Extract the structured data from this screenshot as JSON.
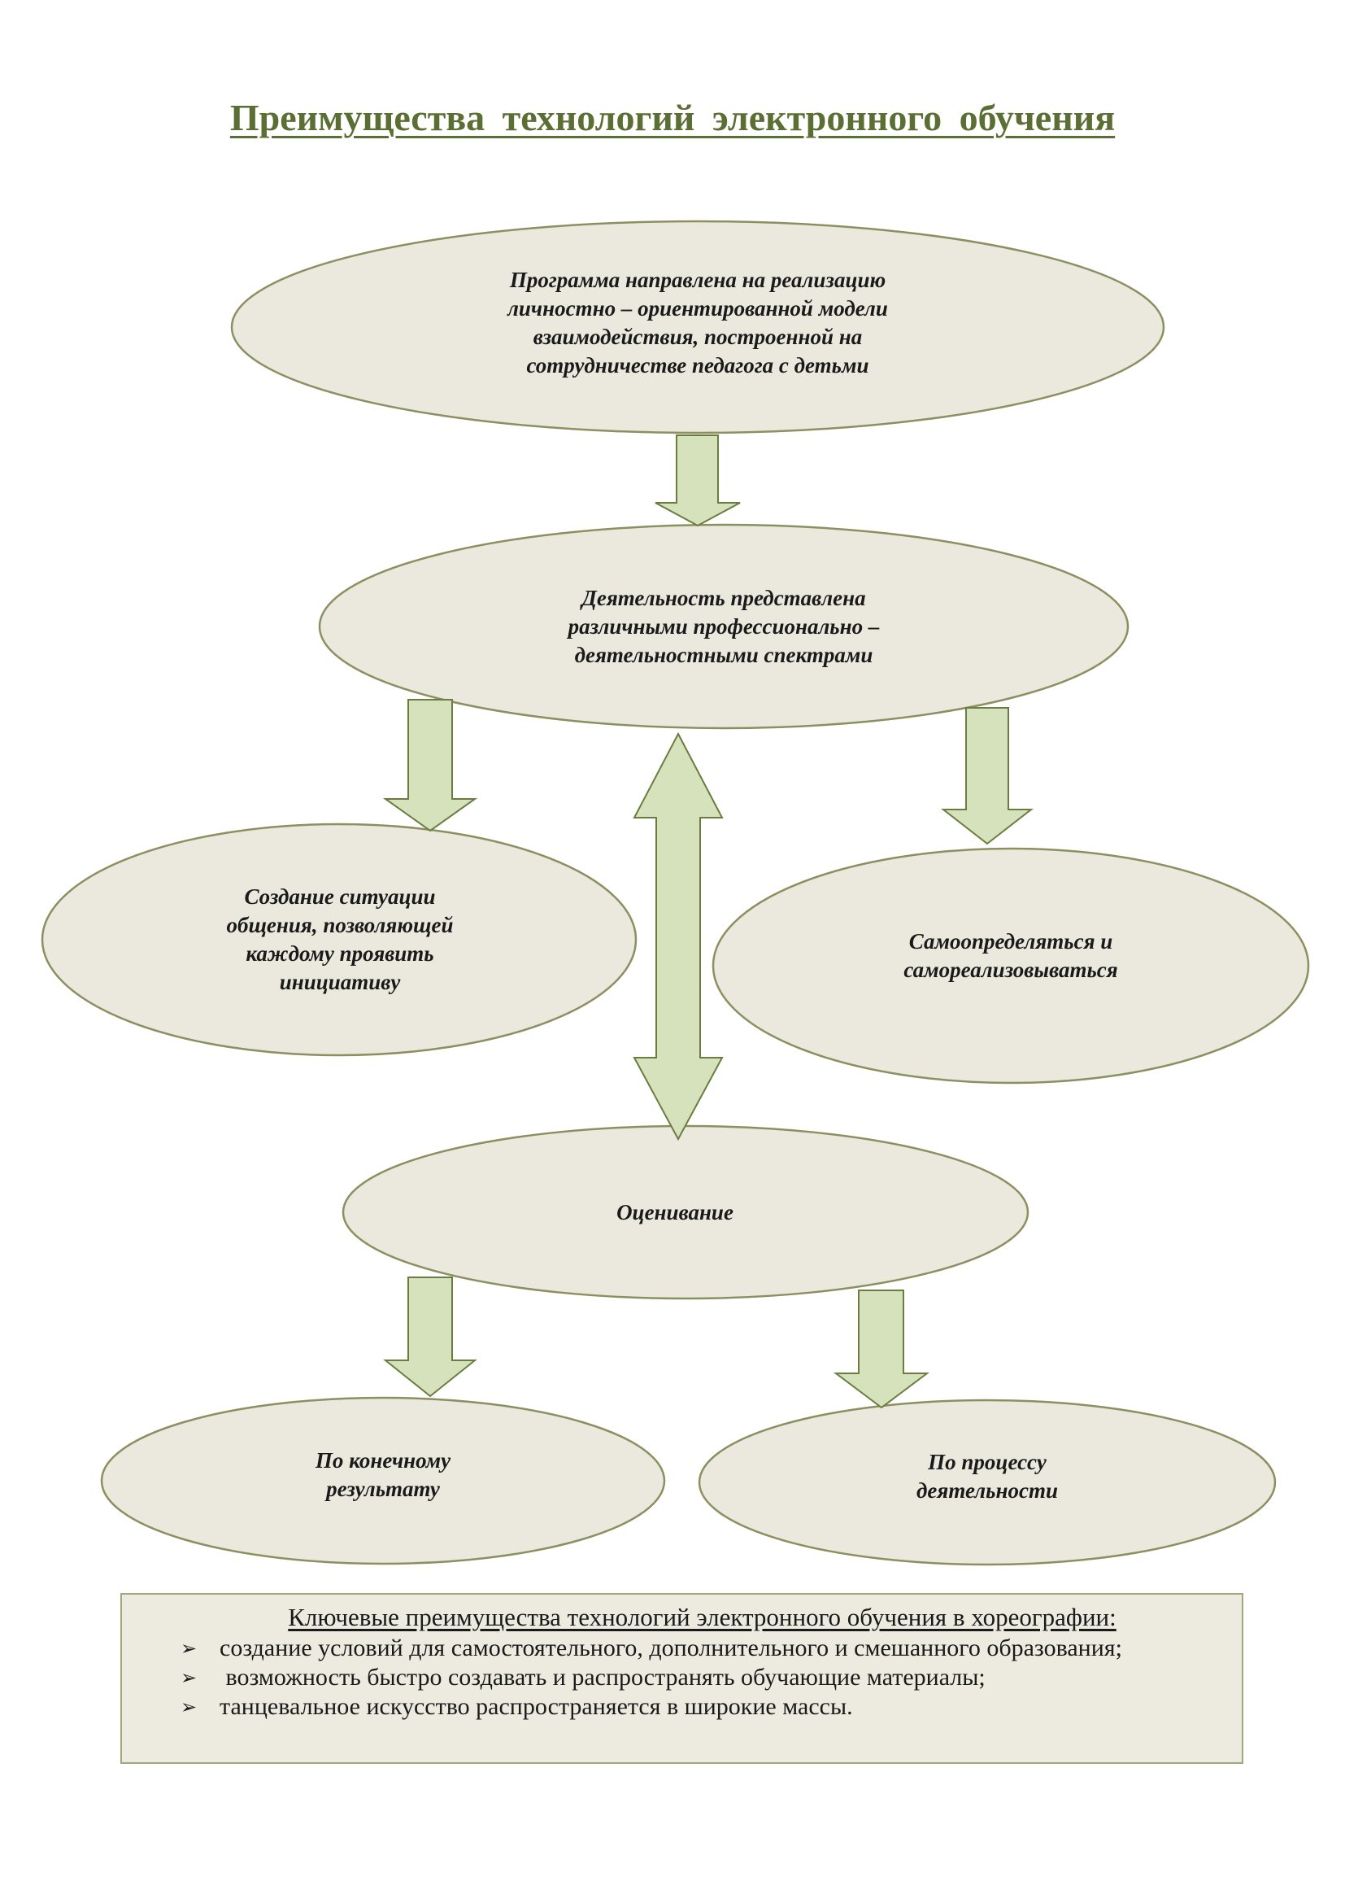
{
  "title": "Преимущества технологий электронного обучения",
  "colors": {
    "title": "#5b6e33",
    "node_fill": "#ebe9de",
    "node_stroke": "#8c9061",
    "arrow_fill": "#d6e2bc",
    "arrow_stroke": "#6a7d3f",
    "box_fill": "#edebe0"
  },
  "nodes": {
    "program": "Программа направлена на реализацию личностно – ориентированной модели взаимодействия, построенной на сотрудничестве педагога с детьми",
    "activity": "Деятельность представлена различными профессионально – деятельностными спектрами",
    "communication": "Создание ситуации общения, позволяющей каждому проявить инициативу",
    "self": "Самоопределяться и самореализовываться",
    "evaluation": "Оценивание",
    "result": "По конечному результату",
    "process": "По процессу деятельности"
  },
  "advantages": {
    "heading": "Ключевые преимущества технологий электронного обучения в хореографии:",
    "bullet_icon": "arrowhead-bullet-icon",
    "items": [
      "создание условий для самостоятельного, дополнительного и смешанного образования;",
      " возможность быстро создавать и распространять обучающие материалы;",
      "танцевальное искусство распространяется в широкие массы."
    ]
  }
}
